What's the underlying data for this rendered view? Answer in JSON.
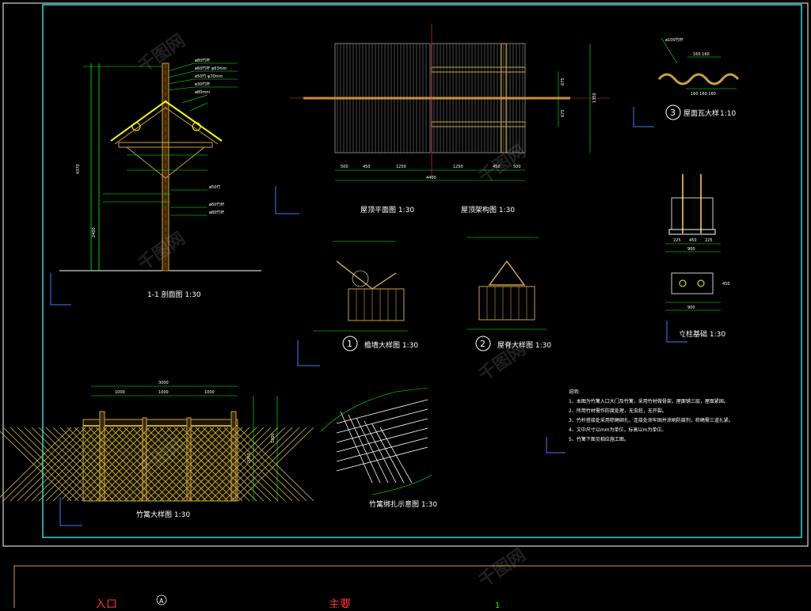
{
  "drawing": {
    "views": {
      "section_1_1": "1-1 剖面图 1:30",
      "roof_plan": "屋顶平面图 1:30",
      "roof_framing": "屋顶架构图 1:30",
      "detail_1": "檐墙大样图 1:30",
      "detail_2": "屋脊大样图 1:30",
      "detail_3": "屋面瓦大样",
      "detail_3_scale": "1:10",
      "column_base": "立柱基础 1:30",
      "bamboo_fence": "竹篱大样图 1:30",
      "bamboo_joint": "竹篱绑扎示意图 1:30"
    },
    "circle_numbers": {
      "one": "1",
      "two": "2",
      "three": "3"
    },
    "notes": {
      "heading": "说明:",
      "items": [
        "1、本图为竹篱入口大门及竹篱，采用竹材做骨架，屋面铺三层，屋面紧固。",
        "2、所用竹材需作防腐处理，无虫蛀，无开裂。",
        "3、竹杆搭接处采用棕绳绑扎，连接处须牢固并涂刷防腐剂，棕绳需三道扎紧。",
        "4、文中尺寸以mm为单位，标高以m为单位。",
        "5、竹篱下面见相应施工图。"
      ]
    },
    "plan_dims": {
      "bottom": [
        "500",
        "450",
        "1250",
        "1250",
        "450",
        "500"
      ],
      "total": "4400",
      "right": [
        "675",
        "675",
        "1350"
      ]
    },
    "fence_dims": {
      "top_total": "3000",
      "top": [
        "1000",
        "1000",
        "1000"
      ],
      "right": [
        "1800",
        "2050"
      ]
    },
    "section_dims": {
      "height_total": "4370",
      "lower": "2400"
    },
    "base_dims": {
      "bottom": [
        "225",
        "450",
        "225"
      ],
      "total": "900",
      "right": "450"
    },
    "bottom_strip": {
      "labels": [
        "入口",
        "A",
        "主要",
        "1"
      ]
    },
    "watermark": "千图网"
  }
}
